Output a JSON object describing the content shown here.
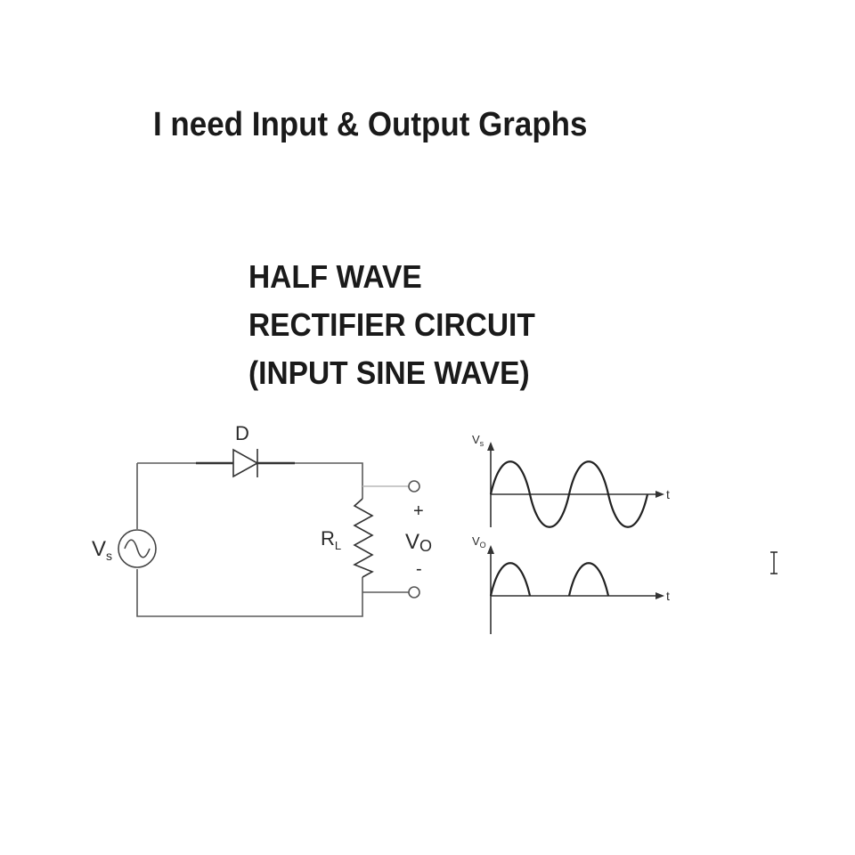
{
  "heading": "I need Input & Output Graphs",
  "circuit_title": {
    "line1": "HALF WAVE",
    "line2": "RECTIFIER CIRCUIT",
    "line3": "(INPUT SINE WAVE)"
  },
  "circuit": {
    "diode_label": "D",
    "source_label_main": "V",
    "source_label_sub": "s",
    "resistor_label_main": "R",
    "resistor_label_sub": "L",
    "output_label_main": "V",
    "output_label_sub": "O",
    "plus_sign": "+",
    "minus_sign": "-"
  },
  "graphs": {
    "input": {
      "y_label_main": "V",
      "y_label_sub": "s",
      "x_label": "t"
    },
    "output": {
      "y_label_main": "V",
      "y_label_sub": "O",
      "x_label": "t"
    }
  },
  "icons": {
    "source": "ac-source-icon",
    "diode": "diode-icon",
    "resistor": "resistor-icon",
    "cursor": "text-cursor-icon"
  }
}
